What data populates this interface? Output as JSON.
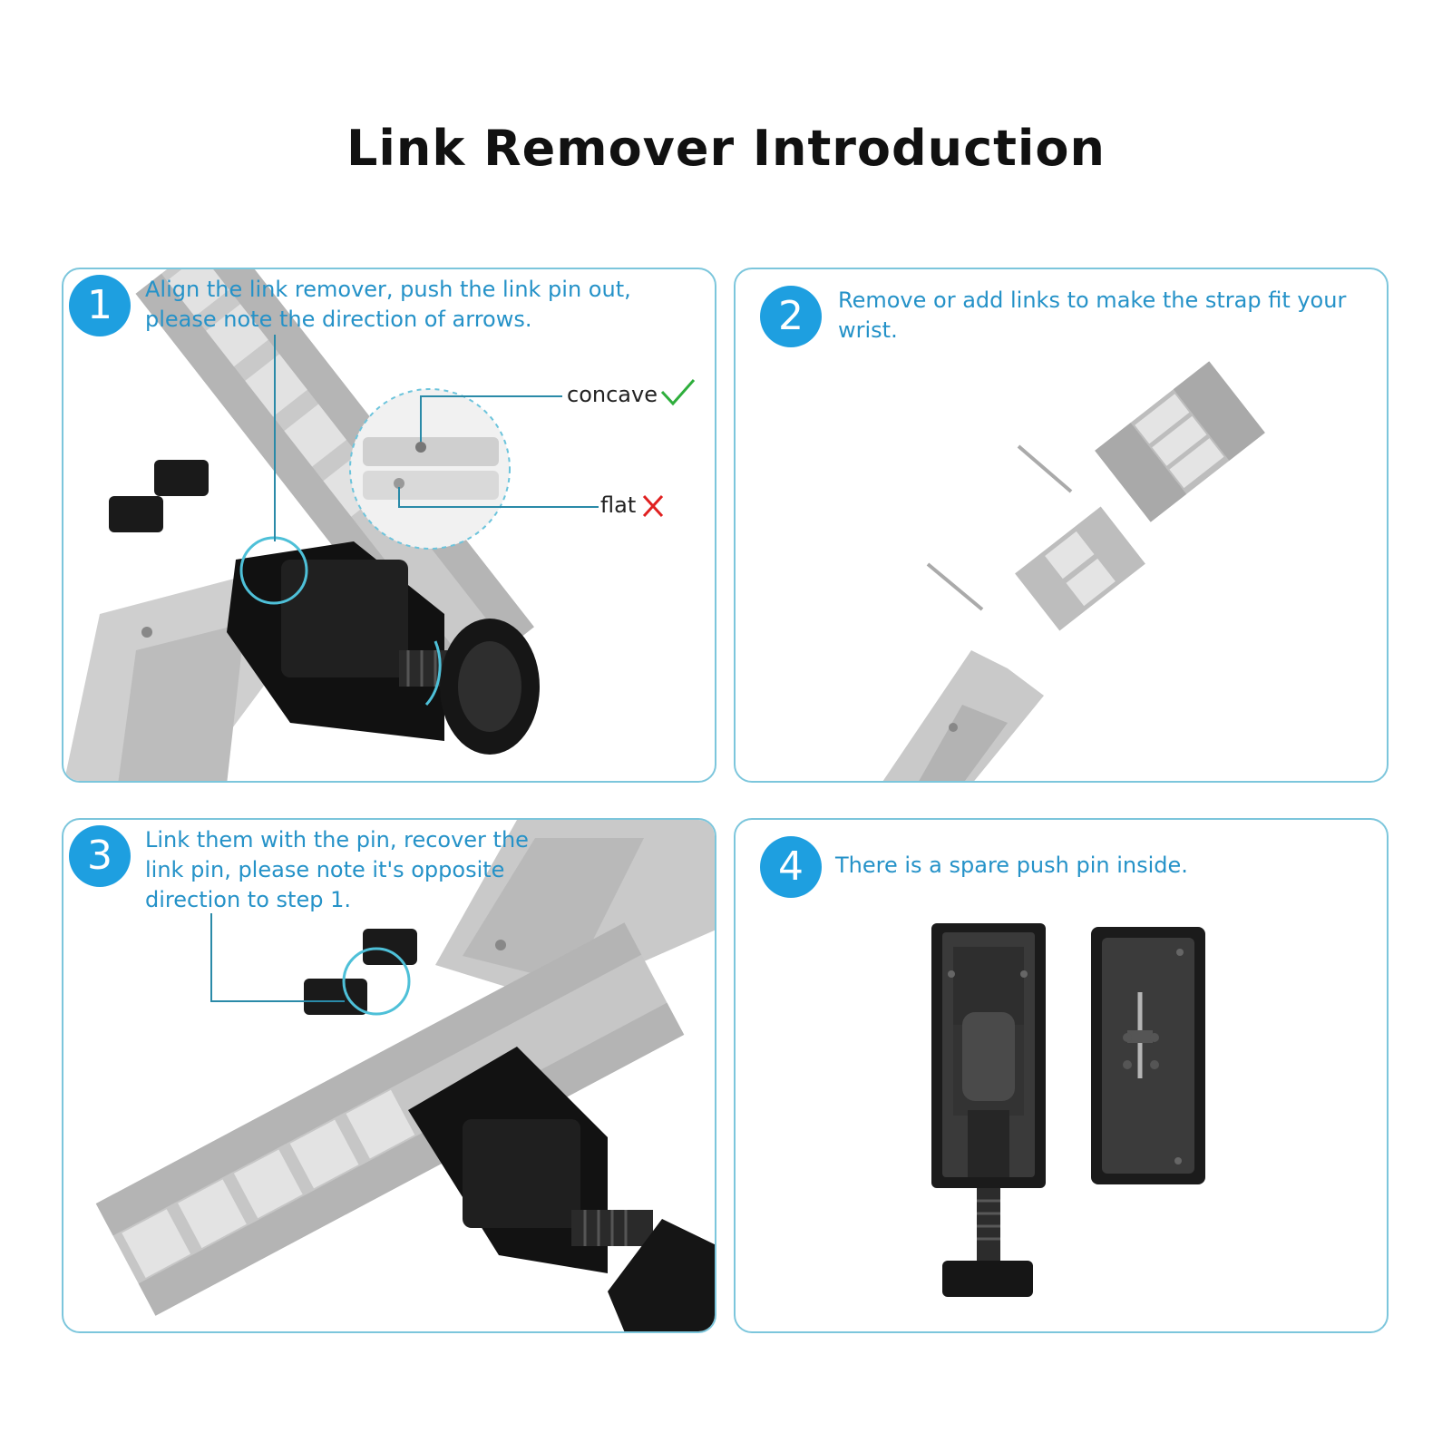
{
  "title": "Link Remover Introduction",
  "steps": [
    {
      "number": "1",
      "lines": [
        "Align the link remover, push the link pin out,",
        "please note the direction of arrows."
      ]
    },
    {
      "number": "2",
      "lines": [
        "Remove or add links to make the strap fit your",
        "wrist."
      ]
    },
    {
      "number": "3",
      "lines": [
        "Link them with the pin, recover the",
        "link pin, please note it's opposite",
        "direction to step 1."
      ]
    },
    {
      "number": "4",
      "lines": [
        "There is a spare push pin inside."
      ]
    }
  ],
  "callouts": {
    "concave": "concave",
    "flat": "flat"
  },
  "colors": {
    "accent": "#1e9fe0",
    "step_text": "#2592c8",
    "border": "#7cc6dc",
    "check": "#2eae3c",
    "cross": "#e02020"
  }
}
